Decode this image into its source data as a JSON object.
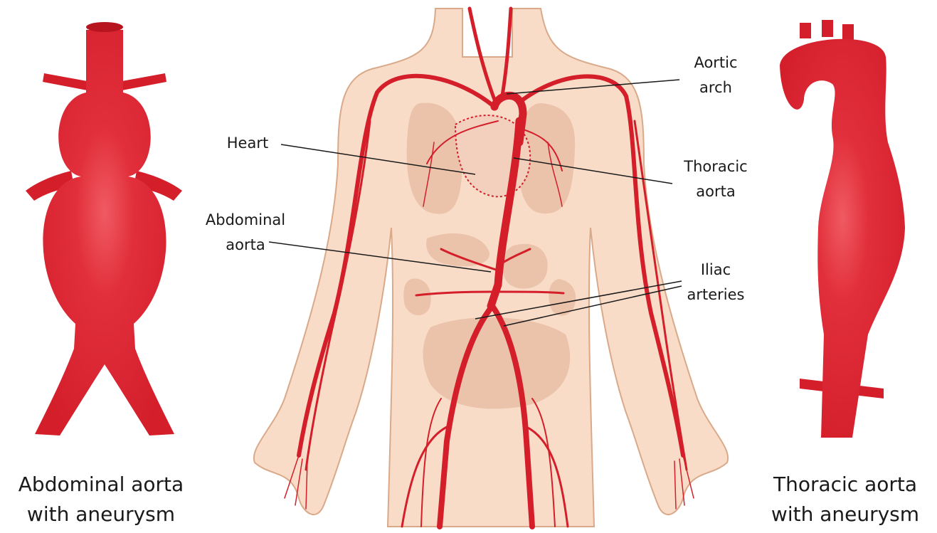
{
  "labels": {
    "aortic_arch": [
      "Aortic",
      "arch"
    ],
    "heart": [
      "Heart"
    ],
    "thoracic_aorta": [
      "Thoracic",
      "aorta"
    ],
    "abdominal_aorta": [
      "Abdominal",
      "aorta"
    ],
    "iliac_arteries": [
      "Iliac",
      "arteries"
    ]
  },
  "captions": {
    "left": [
      "Abdominal aorta",
      "with aneurysm"
    ],
    "right": [
      "Thoracic aorta",
      "with aneurysm"
    ]
  },
  "colors": {
    "artery": "#d41f2b",
    "skin": "#f8dcc8",
    "organ": "#ebc2aa",
    "outline": "#d9a98a",
    "text": "#1a1a1a"
  }
}
